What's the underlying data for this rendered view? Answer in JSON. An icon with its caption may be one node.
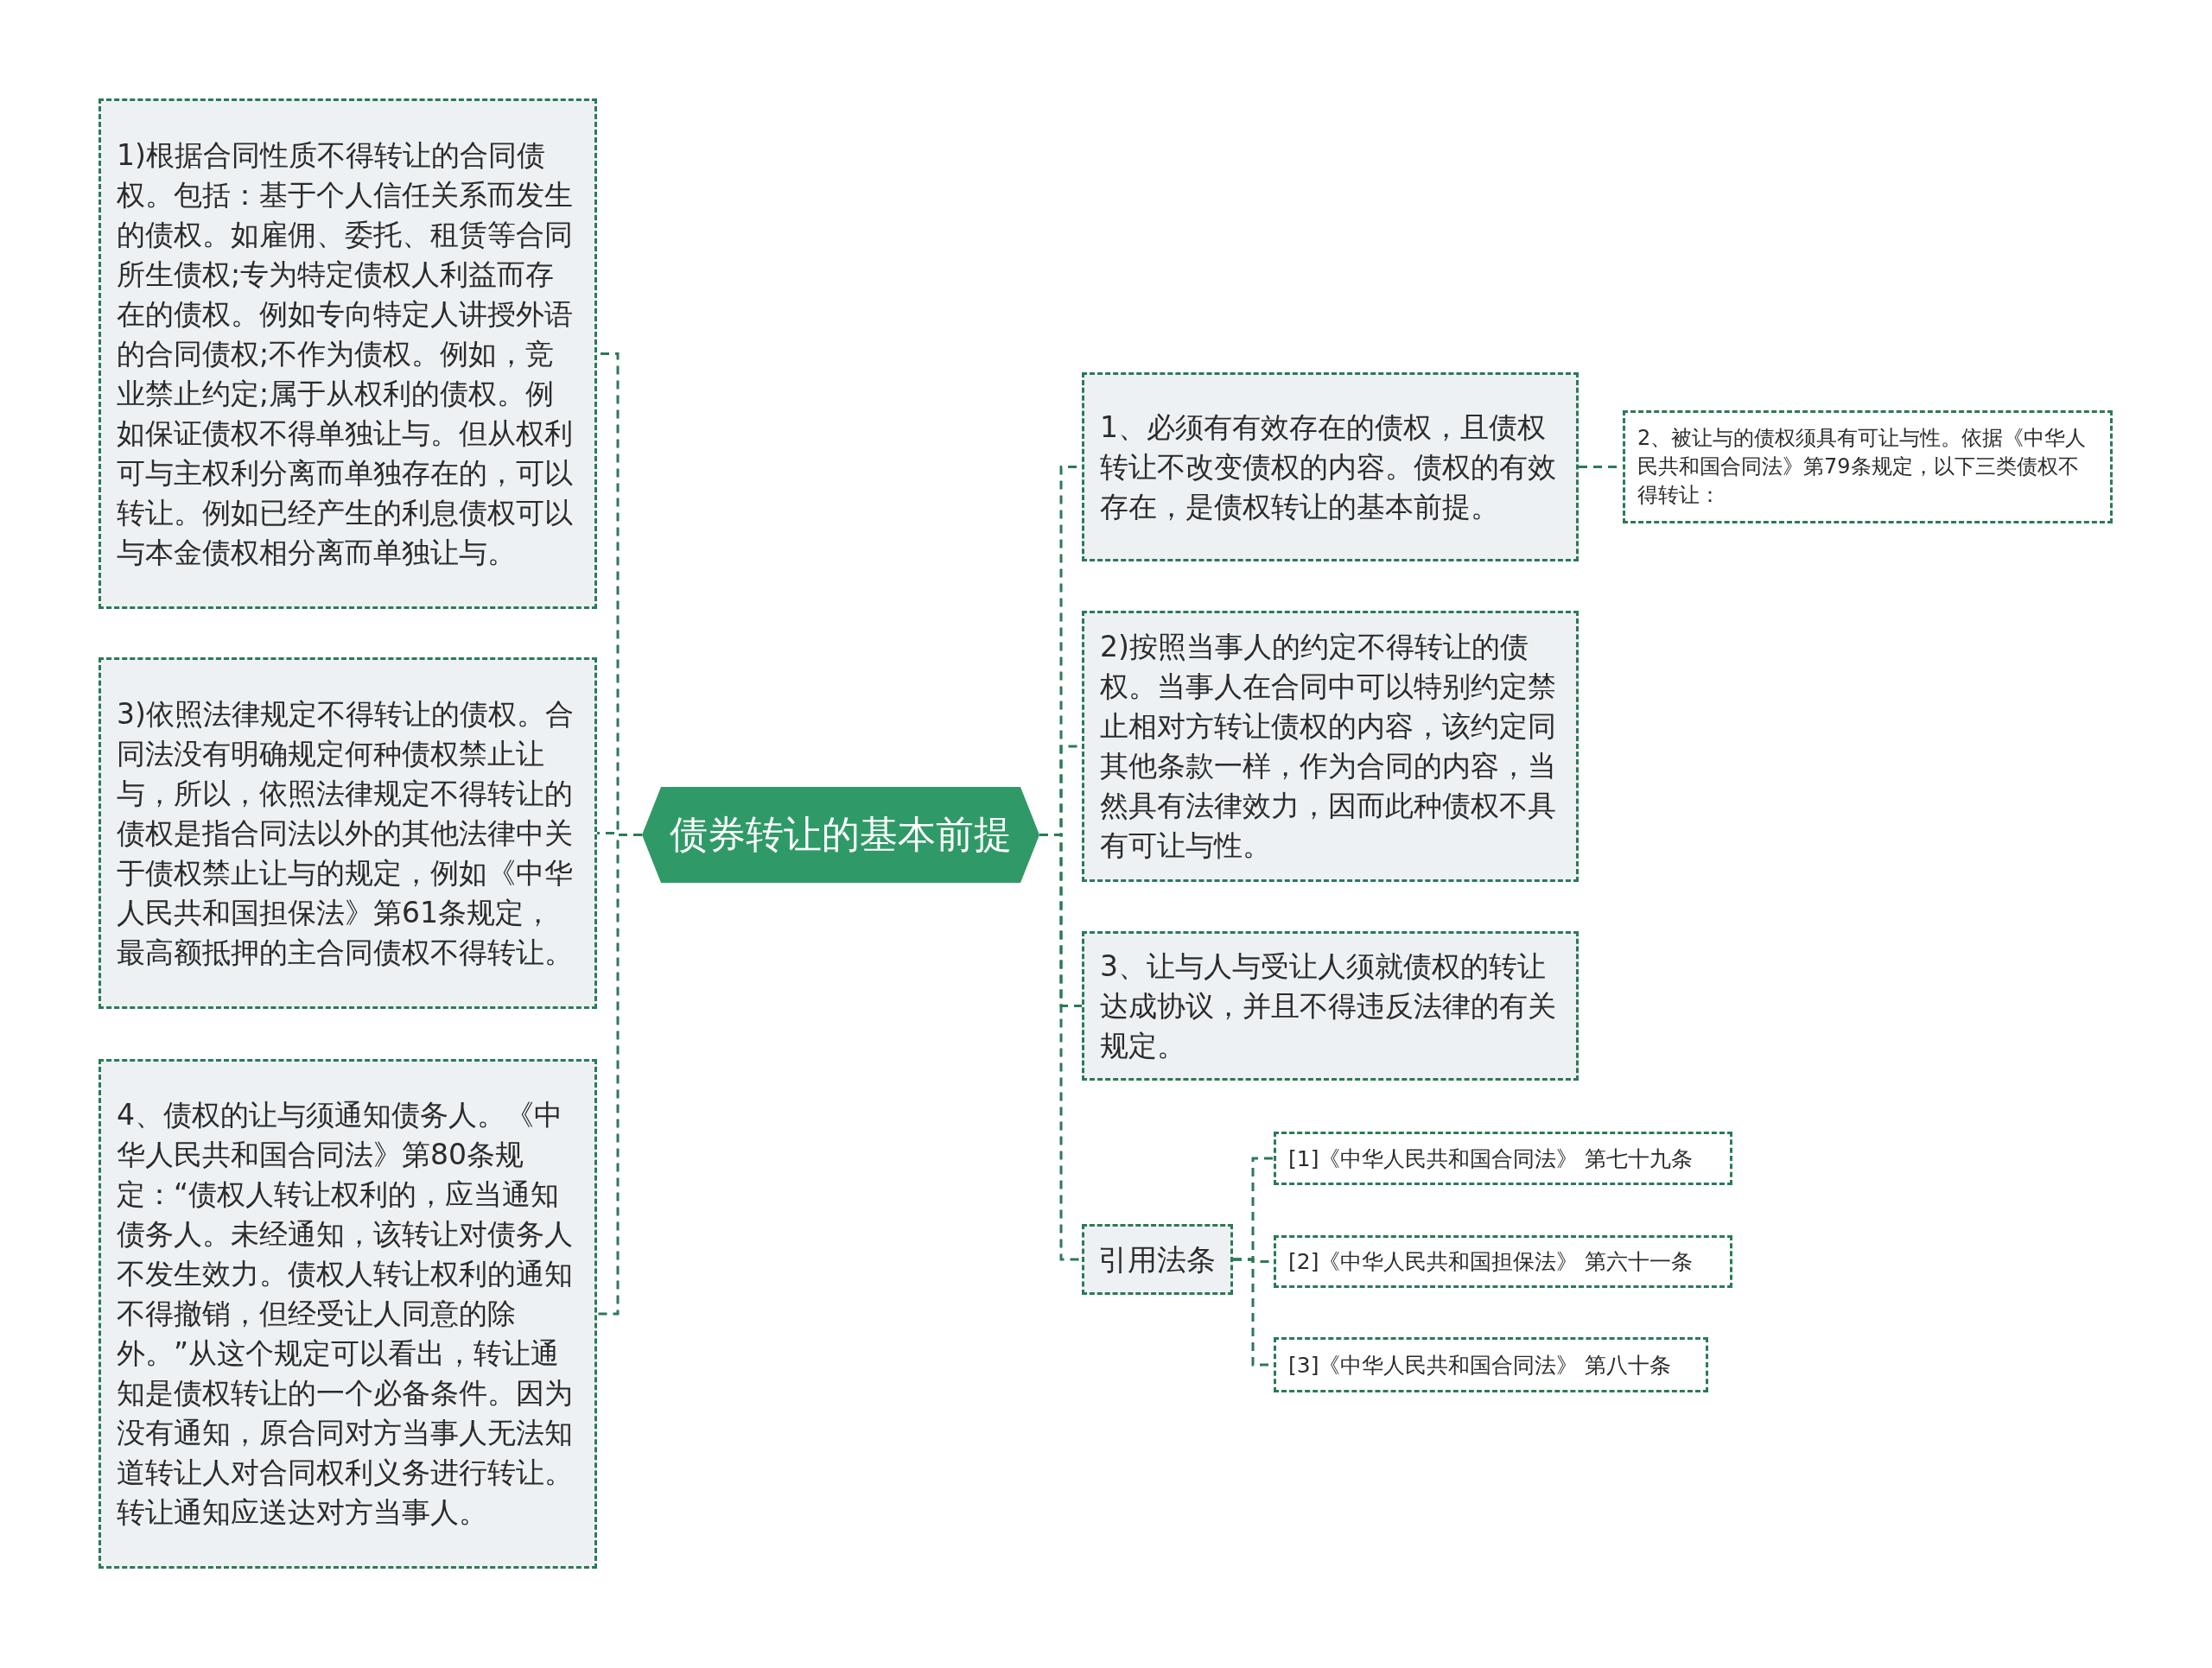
{
  "diagram": {
    "nodes": [
      {
        "text": [
          "债券转让的基本前提"
        ]
      },
      {
        "text": [
          "1、必须有有效存在的债权，且债权转让不改变债权的内容。债权的有效存在，是债权转让的基本前提。"
        ]
      },
      {
        "text": [
          "2、被让与的债权须具有可让与性。依据《中华人民共和国合同法》第79条规定，以下三类债权不得转让："
        ]
      },
      {
        "text": [
          "2)按照当事人的约定不得转让的债权。当事人在合同中可以特别约定禁止相对方转让债权的内容，该约定同其他条款一样，作为合同的内容，当然具有法律效力，因而此种债权不具有可让与性。"
        ]
      },
      {
        "text": [
          "3、让与人与受让人须就债权的转让达成协议，并且不得违反法律的有关规定。"
        ]
      },
      {
        "text": [
          "引用法条"
        ]
      },
      {
        "text": [
          "[1]《中华人民共和国合同法》 第七十九条"
        ]
      },
      {
        "text": [
          "[2]《中华人民共和国担保法》 第六十一条"
        ]
      },
      {
        "text": [
          "[3]《中华人民共和国合同法》 第八十条"
        ]
      },
      {
        "text": [
          "1)根据合同性质不得转让的合同债权。包括：基于个人信任关系而发生的债权。如雇佣、委托、租赁等合同所生债权;专为特定债权人利益而存在的债权。例如专向特定人讲授外语的合同债权;不作为债权。例如，竞业禁止约定;属于从权利的债权。例如保证债权不得单独让与。但从权利可与主权利分离而单独存在的，可以转让。例如已经产生的利息债权可以与本金债权相分离而单独让与。"
        ]
      },
      {
        "text": [
          "3)依照法律规定不得转让的债权。合同法没有明确规定何种债权禁止让与，所以，依照法律规定不得转让的债权是指合同法以外的其他法律中关于债权禁止让与的规定，例如《中华人民共和国担保法》第61条规定，最高额抵押的主合同债权不得转让。"
        ]
      },
      {
        "text": [
          "4、债权的让与须通知债务人。《中华人民共和国合同法》第80条规定：“债权人转让权利的，应当通知债务人。未经通知，该转让对债务人不发生效力。债权人转让权利的通知不得撤销，但经受让人同意的除外。”从这个规定可以看出，转让通知是债权转让的一个必备条件。因为没有通知，原合同对方当事人无法知道转让人对合同权利义务进行转让。转让通知应送达对方当事人。"
        ]
      }
    ],
    "edges": [
      {
        "from": 0,
        "to": 1,
        "arrow": "none"
      },
      {
        "from": 1,
        "to": 2,
        "arrow": "none"
      },
      {
        "from": 0,
        "to": 3,
        "arrow": "none"
      },
      {
        "from": 0,
        "to": 4,
        "arrow": "none"
      },
      {
        "from": 0,
        "to": 5,
        "arrow": "none"
      },
      {
        "from": 5,
        "to": 6,
        "arrow": "none"
      },
      {
        "from": 5,
        "to": 7,
        "arrow": "none"
      },
      {
        "from": 5,
        "to": 8,
        "arrow": "none"
      },
      {
        "from": 0,
        "to": 9,
        "arrow": "none"
      },
      {
        "from": 0,
        "to": 10,
        "arrow": "none"
      },
      {
        "from": 0,
        "to": 11,
        "arrow": "none"
      }
    ]
  }
}
